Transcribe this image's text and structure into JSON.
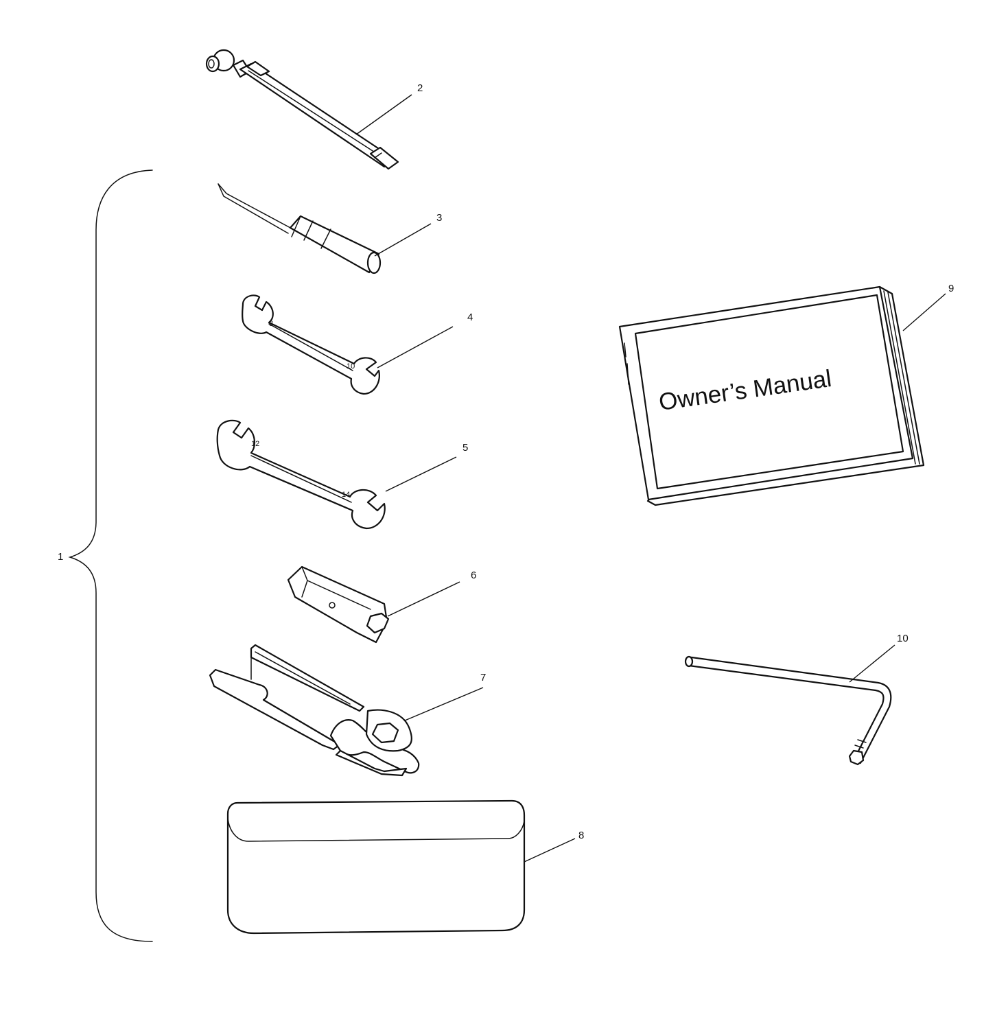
{
  "callouts": {
    "c1": "1",
    "c2": "2",
    "c3": "3",
    "c4": "4",
    "c5": "5",
    "c6": "6",
    "c7": "7",
    "c8": "8",
    "c9": "9",
    "c10": "10"
  },
  "manual": {
    "cover_title": "Owner’s Manual"
  },
  "wrench_small": {
    "size_a": "8",
    "size_b": "10"
  },
  "wrench_large": {
    "size_a": "12",
    "size_b": "14"
  },
  "colors": {
    "line": "#111111",
    "background": "#ffffff"
  }
}
